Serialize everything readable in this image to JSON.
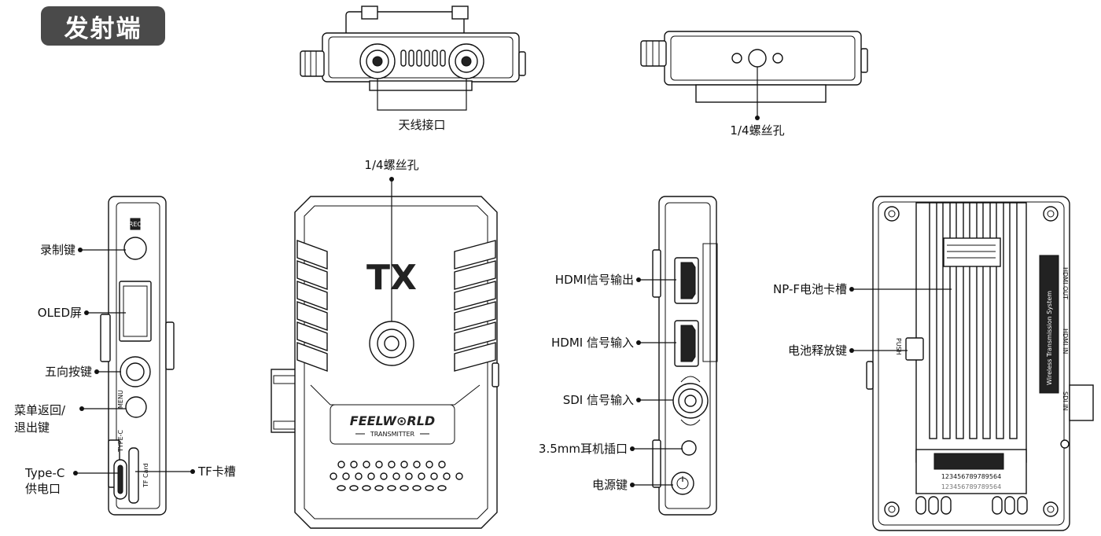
{
  "header": {
    "title": "发射端"
  },
  "labels": {
    "antenna_port": "天线接口",
    "screw_hole_top": "1/4螺丝孔",
    "screw_hole_front": "1/4螺丝孔",
    "record_key": "录制键",
    "oled_screen": "OLED屏",
    "five_way_key": "五向按键",
    "menu_back_line1": "菜单返回/",
    "menu_back_line2": "退出键",
    "typec_line1": "Type-C",
    "typec_line2": "供电口",
    "tf_slot": "TF卡槽",
    "hdmi_out": "HDMI信号输出",
    "hdmi_in": "HDMI 信号输入",
    "sdi_in": "SDI 信号输入",
    "audio_jack": "3.5mm耳机插口",
    "power_key": "电源键",
    "npf_slot": "NP-F电池卡槽",
    "battery_release": "电池释放键"
  },
  "device_markings": {
    "rec": "REC",
    "menu": "MENU",
    "type_c": "TYPE-C",
    "tf_card": "TF Card",
    "tx_logo": "TX",
    "brand": "FEELW⊙RLD",
    "model_line": "TRANSMITTER",
    "push": "PUSH",
    "hdmi_out_port": "HDMI OUT",
    "hdmi_in_port": "HDMI IN",
    "sdi_in_port": "SDI IN",
    "wireless_label": "Wireless Transmission System",
    "serial_1": "123456789789564",
    "serial_2": "123456789789564"
  }
}
